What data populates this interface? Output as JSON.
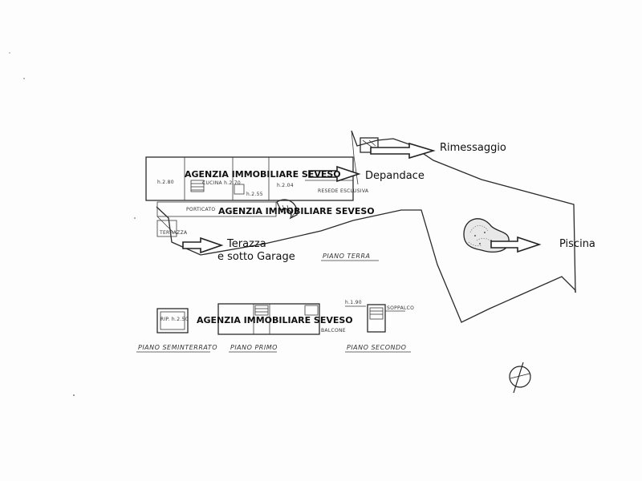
{
  "labels": {
    "rimessaggio": "Rimessaggio",
    "depandace": "Depandace",
    "terazza": "Terazza",
    "sotto_garage": "e sotto Garage",
    "piscina": "Piscina"
  },
  "agency": {
    "top": "AGENZIA IMMOBILIARE SEVESO",
    "middle": "AGENZIA IMMOBILIARE SEVESO",
    "bottom": "AGENZIA IMMOBILIARE SEVESO"
  },
  "floor_titles": {
    "piano_terra": "PIANO TERRA",
    "piano_seminterrato": "PIANO SEMINTERRATO",
    "piano_primo": "PIANO PRIMO",
    "piano_secondo": "PIANO SECONDO"
  },
  "room_notes": {
    "room_a": "h.2.80",
    "room_b": "CUCINA h.2.70",
    "room_c": "h.2.04",
    "servizi": "h.2.55",
    "porticato": "PORTICATO",
    "terrazza": "TERRAZZA",
    "esclusiva": "RESEDE ESCLUSIVA",
    "rip": "RIP. h.2.50",
    "soppalco": "SOPPALCO",
    "altezza_secondo": "h.1.90",
    "balcone": "BALCONE"
  }
}
